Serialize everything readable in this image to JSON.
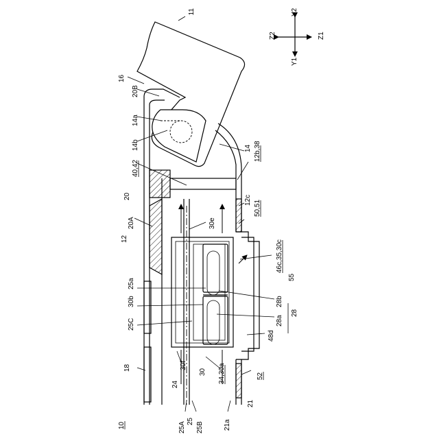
{
  "axes": {
    "y2": "Y2",
    "y1": "Y1",
    "z1": "Z1",
    "z2": "Z2"
  },
  "labels": {
    "l11": "11",
    "l16": "16",
    "l20B": "20B",
    "l14a": "14a",
    "l14b": "14b",
    "l14": "14",
    "l12b38": "12b,38",
    "l4042": "40,42",
    "l20": "20",
    "l12c": "12c",
    "l5051": "50,51",
    "l20A": "20A",
    "l30e": "30e",
    "l12": "12",
    "l4635": "46c,35,30c",
    "l55": "55",
    "l25a": "25a",
    "l30b": "30b",
    "l28b": "28b",
    "l25C": "25C",
    "l28a": "28a",
    "l28": "28",
    "l48d": "48d",
    "l18": "18",
    "l30f": "30f",
    "l30": "30",
    "l3430a": "34,30a",
    "l52": "52",
    "l24": "24",
    "l21": "21",
    "l10": "10",
    "l25A": "25A",
    "l25": "25",
    "l25B": "25B",
    "l21a": "21a"
  }
}
